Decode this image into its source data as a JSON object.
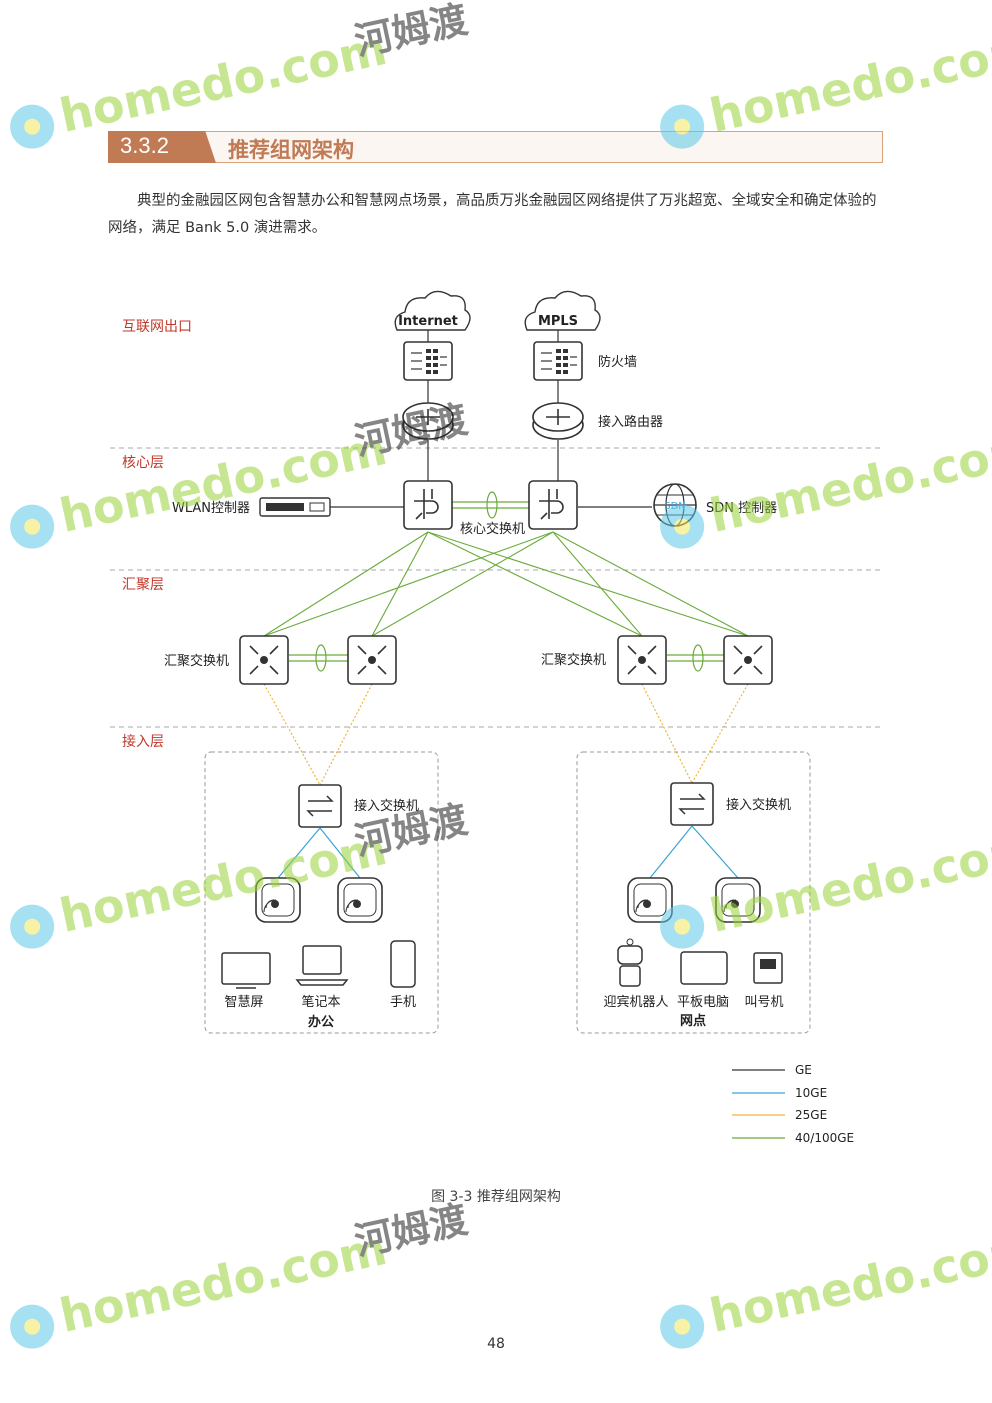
{
  "section": {
    "number": "3.3.2",
    "title": "推荐组网架构"
  },
  "paragraph": "典型的金融园区网包含智慧办公和智慧网点场景，高品质万兆金融园区网络提供了万兆超宽、全域安全和确定体验的网络，满足 Bank 5.0 演进需求。",
  "diagram": {
    "layers": {
      "internet": "互联网出口",
      "core": "核心层",
      "agg": "汇聚层",
      "access": "接入层"
    },
    "clouds": {
      "internet": "Internet",
      "mpls": "MPLS"
    },
    "labels": {
      "firewall": "防火墙",
      "router": "接入路由器",
      "wlan": "WLAN控制器",
      "core_switch": "核心交换机",
      "sdn": "SDN 控制器",
      "sdn_icon": "SDN",
      "agg_left": "汇聚交换机",
      "agg_right": "汇聚交换机",
      "acc_left": "接入交换机",
      "acc_right": "接入交换机"
    },
    "office": {
      "title": "办公",
      "devices": [
        "智慧屏",
        "笔记本",
        "手机"
      ]
    },
    "branch": {
      "title": "网点",
      "devices": [
        "迎宾机器人",
        "平板电脑",
        "叫号机"
      ]
    },
    "legend": [
      {
        "label": "GE",
        "color": "#333333"
      },
      {
        "label": "10GE",
        "color": "#3ba3d6"
      },
      {
        "label": "25GE",
        "color": "#f0b43c"
      },
      {
        "label": "40/100GE",
        "color": "#6aaa3a"
      }
    ]
  },
  "caption": "图 3-3 推荐组网架构",
  "page_number": "48",
  "watermark": {
    "brand": "homedo.com",
    "cn": "河姆渡"
  }
}
